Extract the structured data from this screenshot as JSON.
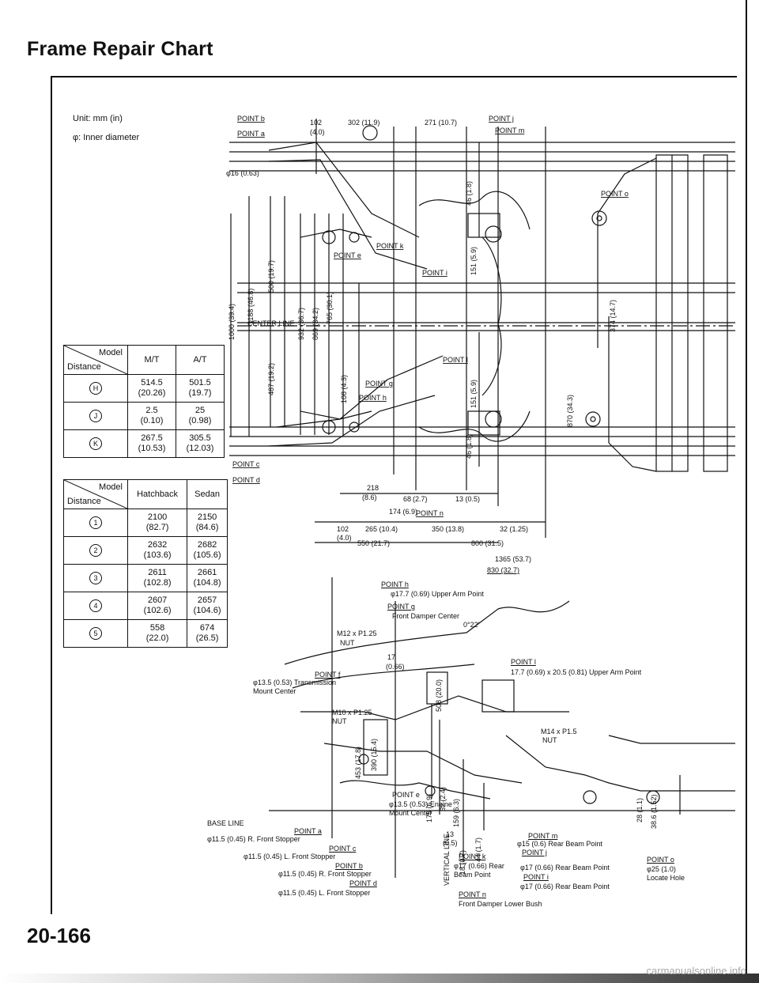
{
  "title": "Frame Repair Chart",
  "units_note": "Unit: mm (in)",
  "inner_diameter_note": "φ: Inner diameter",
  "center_line_label": "CENTER LINE",
  "base_line_label": "BASE LINE",
  "vertical_line_label": "VERTICAL LINE",
  "page_number": "20-166",
  "watermark": "carmanualsonline.info",
  "table1": {
    "header_model": "Model",
    "header_distance": "Distance",
    "columns": [
      "M/T",
      "A/T"
    ],
    "rows": [
      {
        "mark": "H",
        "mt": "514.5\n(20.26)",
        "at": "501.5\n(19.7)"
      },
      {
        "mark": "J",
        "mt": "2.5\n(0.10)",
        "at": "25\n(0.98)"
      },
      {
        "mark": "K",
        "mt": "267.5\n(10.53)",
        "at": "305.5\n(12.03)"
      }
    ]
  },
  "table2": {
    "header_model": "Model",
    "header_distance": "Distance",
    "columns": [
      "Hatchback",
      "Sedan"
    ],
    "rows": [
      {
        "mark": "1",
        "hb": "2100\n(82.7)",
        "sd": "2150\n(84.6)"
      },
      {
        "mark": "2",
        "hb": "2632\n(103.6)",
        "sd": "2682\n(105.6)"
      },
      {
        "mark": "3",
        "hb": "2611\n(102.8)",
        "sd": "2661\n(104.8)"
      },
      {
        "mark": "4",
        "hb": "2607\n(102.6)",
        "sd": "2657\n(104.6)"
      },
      {
        "mark": "5",
        "hb": "558\n(22.0)",
        "sd": "674\n(26.5)"
      }
    ]
  },
  "diagram": {
    "top": {
      "point_b": "POINT b",
      "point_a": "POINT a",
      "d102": "102",
      "d102in": "(4.0)",
      "d302": "302 (11.9)",
      "d271": "271 (10.7)",
      "point_j": "POINT j",
      "point_m": "POINT m",
      "phi16": "φ16 (0.63)",
      "point_o": "POINT o",
      "point_k": "POINT k",
      "point_e": "POINT e",
      "point_i": "POINT i",
      "point_l": "POINT l",
      "point_g": "POINT g",
      "point_h": "POINT h",
      "point_c": "POINT c",
      "point_d": "POINT d",
      "point_n": "POINT n",
      "d1000": "1000 (39.4)",
      "d1188": "1188 (46.8)",
      "d500": "500 (19.7)",
      "d487": "487 (19.2)",
      "d932": "932 (36.7)",
      "d869": "869 (34.2)",
      "d765": "765 (30.1)",
      "d108": "108 (4.3)",
      "d151a": "151 (5.9)",
      "d151b": "151 (5.9)",
      "d46a": "46 (1.8)",
      "d46b": "46 (1.8)",
      "d374": "374 (14.7)",
      "d870": "870 (34.3)",
      "d218": "218",
      "d218in": "(8.6)",
      "d68": "68",
      "d68in": "(2.7)",
      "d13": "13 (0.5)",
      "d174": "174 (6.9)",
      "d102b": "102",
      "d102bin": "(4.0)",
      "d265": "265 (10.4)",
      "d350": "350 (13.8)",
      "d32": "32 (1.25)",
      "d550": "550 (21.7)",
      "d800": "800 (31.5)",
      "d1365": "1365 (53.7)",
      "d830": "830 (32.7)"
    },
    "side": {
      "point_h": "POINT h",
      "upper_arm": "φ17.7 (0.69) Upper Arm Point",
      "point_g": "POINT g",
      "front_damper": "Front Damper Center",
      "angle": "0°22'",
      "m12": "M12 x P1.25",
      "nut1": "NUT",
      "d17": "17",
      "d17in": "(0.66)",
      "point_f": "POINT f",
      "trans_mount": "φ13.5 (0.53) Transmission",
      "mount_center": "Mount Center",
      "point_l": "POINT l",
      "upper_arm2": "17.7 (0.69) x 20.5 (0.81) Upper Arm Point",
      "d508": "508 (20.0)",
      "m10": "M10 x P1.25",
      "nut2": "NUT",
      "m14": "M14 x P1.5",
      "nut3": "NUT",
      "d453": "453 (17.8)",
      "d390": "390 (15.4)",
      "d175": "175 (6.9)",
      "d62": "62 (2.4)",
      "d159": "159 (6.3)",
      "point_e": "POINT e",
      "engine_mount": "φ13.5 (0.53) Engine",
      "engine_mount2": "Mount Center",
      "d13b": "13",
      "d13bin": "(0.5)",
      "d44": "44 (1.7)",
      "d28": "28 (1.1)",
      "d38": "38.6 (1.52)",
      "point_m": "POINT m",
      "rear_beam": "φ15 (0.6) Rear Beam Point",
      "point_j": "POINT j",
      "point_a": "POINT a",
      "fr_stopper_r": "φ11.5 (0.45) R. Front Stopper",
      "point_c": "POINT c",
      "fr_stopper_l": "φ11.5 (0.45) L. Front Stopper",
      "point_b": "POINT b",
      "fr_stopper_r2": "φ11.5 (0.45) R. Front Stopper",
      "point_d": "POINT d",
      "fr_stopper_l2": "φ11.5 (0.45) L. Front Stopper",
      "point_k": "POINT k",
      "rear_beam_k": "φ17 (0.66) Rear",
      "beam_point": "Beam Point",
      "rear_beam_j": "φ17 (0.66) Rear Beam Point",
      "point_i": "POINT i",
      "rear_beam_i": "φ17 (0.66) Rear Beam Point",
      "point_n": "POINT n",
      "lower_bush": "Front Damper Lower Bush",
      "point_o": "POINT o",
      "locate_hole": "φ25 (1.0)",
      "locate_hole2": "Locate Hole",
      "d18": "18 (0.7)"
    }
  },
  "colors": {
    "ink": "#111111",
    "paper": "#ffffff",
    "watermark": "#a8a8a8"
  }
}
